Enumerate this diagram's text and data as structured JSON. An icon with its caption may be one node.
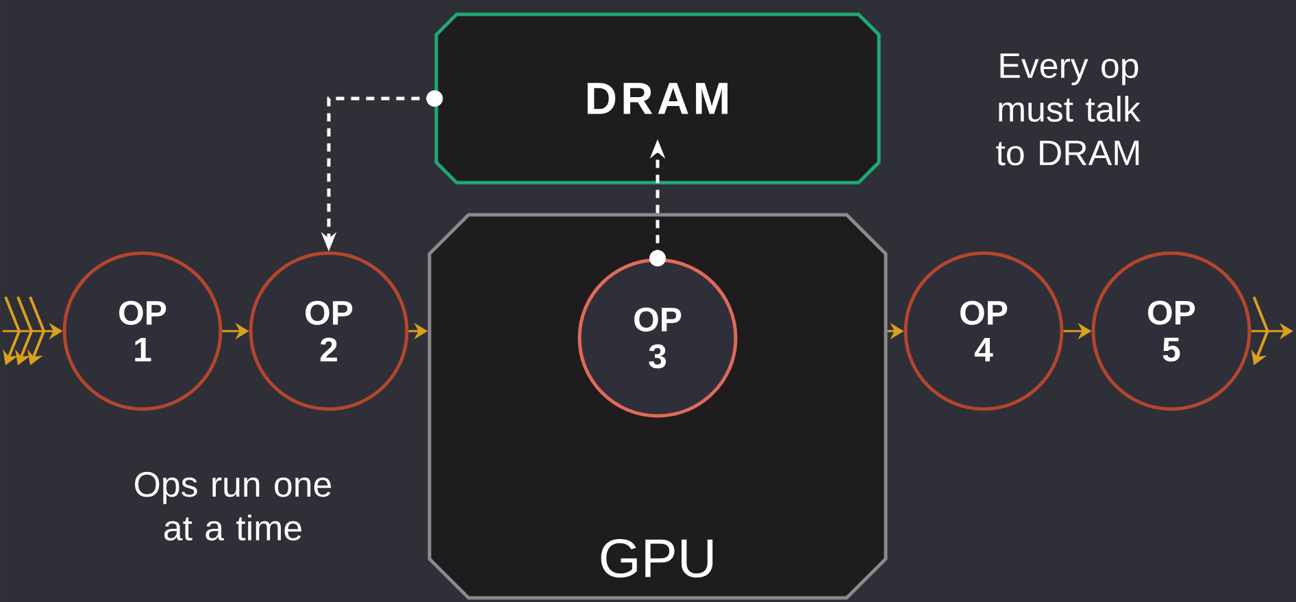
{
  "diagram": {
    "nodes": [
      {
        "text": [
          "DRAM"
        ]
      },
      {
        "text": [
          "GPU"
        ]
      },
      {
        "text": [
          "OP 1"
        ]
      },
      {
        "text": [
          "OP 2"
        ]
      },
      {
        "text": [
          "OP 3"
        ],
        "in": 1
      },
      {
        "text": [
          "OP 4"
        ]
      },
      {
        "text": [
          "OP 5"
        ]
      }
    ],
    "edges": [
      {
        "from": 0,
        "to": 3,
        "arrow": "to",
        "style": "dashed",
        "color": "#ffffff"
      },
      {
        "from": 4,
        "to": 0,
        "arrow": "to",
        "style": "dashed",
        "color": "#ffffff"
      },
      {
        "from": null,
        "to": 2,
        "arrow": "to"
      },
      {
        "from": 2,
        "to": 3,
        "arrow": "to"
      },
      {
        "from": 3,
        "to": 1,
        "arrow": "to"
      },
      {
        "from": 1,
        "to": 5,
        "arrow": "to"
      },
      {
        "from": 5,
        "to": 6,
        "arrow": "to"
      },
      {
        "from": 6,
        "to": null,
        "arrow": "to"
      }
    ],
    "labels": [
      "Every op must talk to DRAM",
      "Ops run one at a time"
    ]
  }
}
